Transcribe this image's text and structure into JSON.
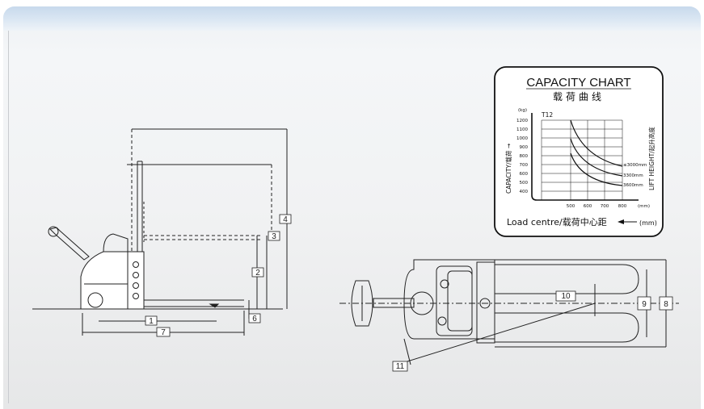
{
  "dimension_labels": {
    "d1": "1",
    "d2": "2",
    "d3": "3",
    "d4": "4",
    "d6": "6",
    "d7": "7",
    "d8": "8",
    "d9": "9",
    "d10": "10",
    "d11": "11"
  },
  "capacity_chart": {
    "title": "CAPACITY CHART",
    "subtitle": "载荷曲线",
    "model": "T12",
    "y_unit": "(kg)",
    "y_label": "CAPACITY/载荷 →",
    "y_ticks": [
      "1200",
      "1100",
      "1000",
      "900",
      "800",
      "700",
      "600",
      "500",
      "400"
    ],
    "x_ticks": [
      "500",
      "600",
      "700",
      "800"
    ],
    "x_unit": "(mm)",
    "curve_labels": [
      "≤3000mm",
      "3300mm",
      "3600mm"
    ],
    "side_label": "LIFT HEIGHT/起升高度",
    "bottom_label": "Load centre/载荷中心距",
    "bottom_unit": "(mm)"
  }
}
